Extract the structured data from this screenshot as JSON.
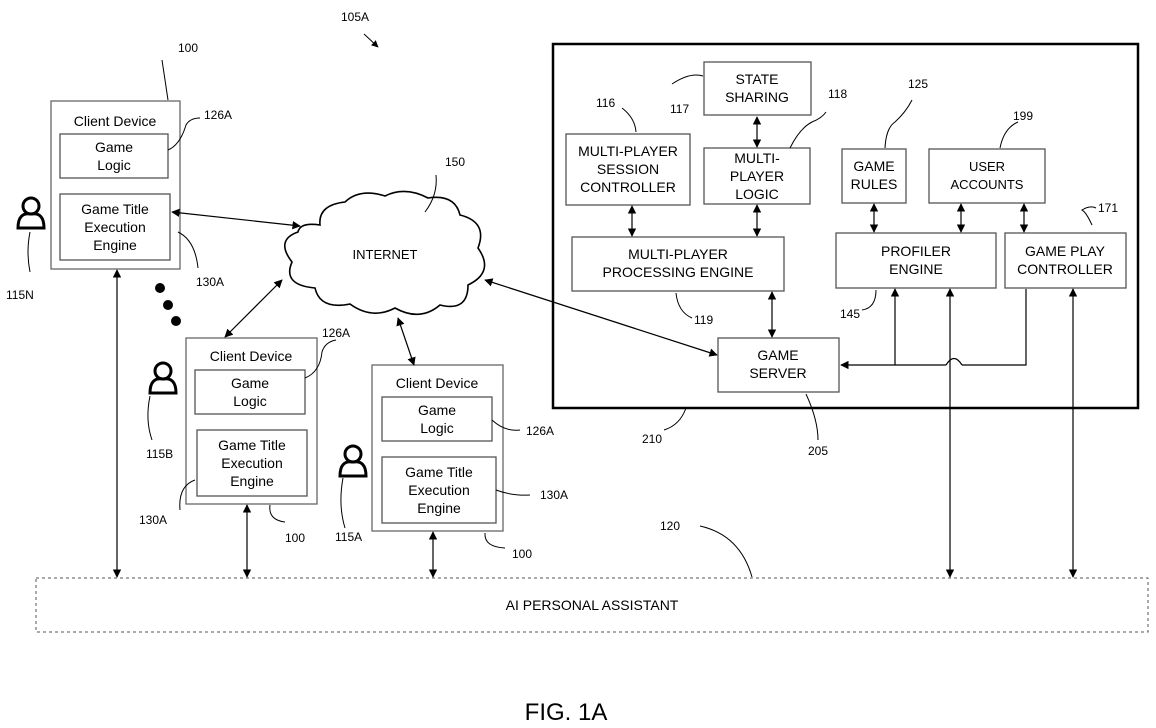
{
  "figure": {
    "caption": "FIG. 1A",
    "ref": "105A"
  },
  "client_devices": [
    {
      "title": "Client Device",
      "ref": "100",
      "logic": [
        "Game",
        "Logic"
      ],
      "logic_ref": "126A",
      "engine": [
        "Game Title",
        "Execution",
        "Engine"
      ],
      "engine_ref": "130A",
      "user_ref": "115N"
    },
    {
      "title": "Client Device",
      "ref": "100",
      "logic": [
        "Game",
        "Logic"
      ],
      "logic_ref": "126A",
      "engine": [
        "Game Title",
        "Execution",
        "Engine"
      ],
      "engine_ref": "130A",
      "user_ref": "115B"
    },
    {
      "title": "Client Device",
      "ref": "100",
      "logic": [
        "Game",
        "Logic"
      ],
      "logic_ref": "126A",
      "engine": [
        "Game Title",
        "Execution",
        "Engine"
      ],
      "engine_ref": "130A",
      "user_ref": "115A"
    }
  ],
  "internet": {
    "label": "INTERNET",
    "ref": "150"
  },
  "server_system": {
    "ref": "210",
    "state_sharing": {
      "lines": [
        "STATE",
        "SHARING"
      ],
      "ref": "117"
    },
    "session_controller": {
      "lines": [
        "MULTI-PLAYER",
        "SESSION",
        "CONTROLLER"
      ],
      "ref": "116"
    },
    "mp_logic": {
      "lines": [
        "MULTI-",
        "PLAYER",
        "LOGIC"
      ],
      "ref": "118"
    },
    "game_rules": {
      "lines": [
        "GAME",
        "RULES"
      ],
      "ref": "125"
    },
    "user_accounts": {
      "lines": [
        "USER",
        "ACCOUNTS"
      ],
      "ref": "199"
    },
    "processing_engine": {
      "lines": [
        "MULTI-PLAYER",
        "PROCESSING ENGINE"
      ],
      "ref": "119"
    },
    "profiler_engine": {
      "lines": [
        "PROFILER",
        "ENGINE"
      ],
      "ref": "145"
    },
    "game_play_controller": {
      "lines": [
        "GAME PLAY",
        "CONTROLLER"
      ],
      "ref": "171"
    },
    "game_server": {
      "lines": [
        "GAME",
        "SERVER"
      ],
      "ref": "205"
    }
  },
  "assistant": {
    "label": "AI PERSONAL ASSISTANT",
    "ref": "120"
  }
}
